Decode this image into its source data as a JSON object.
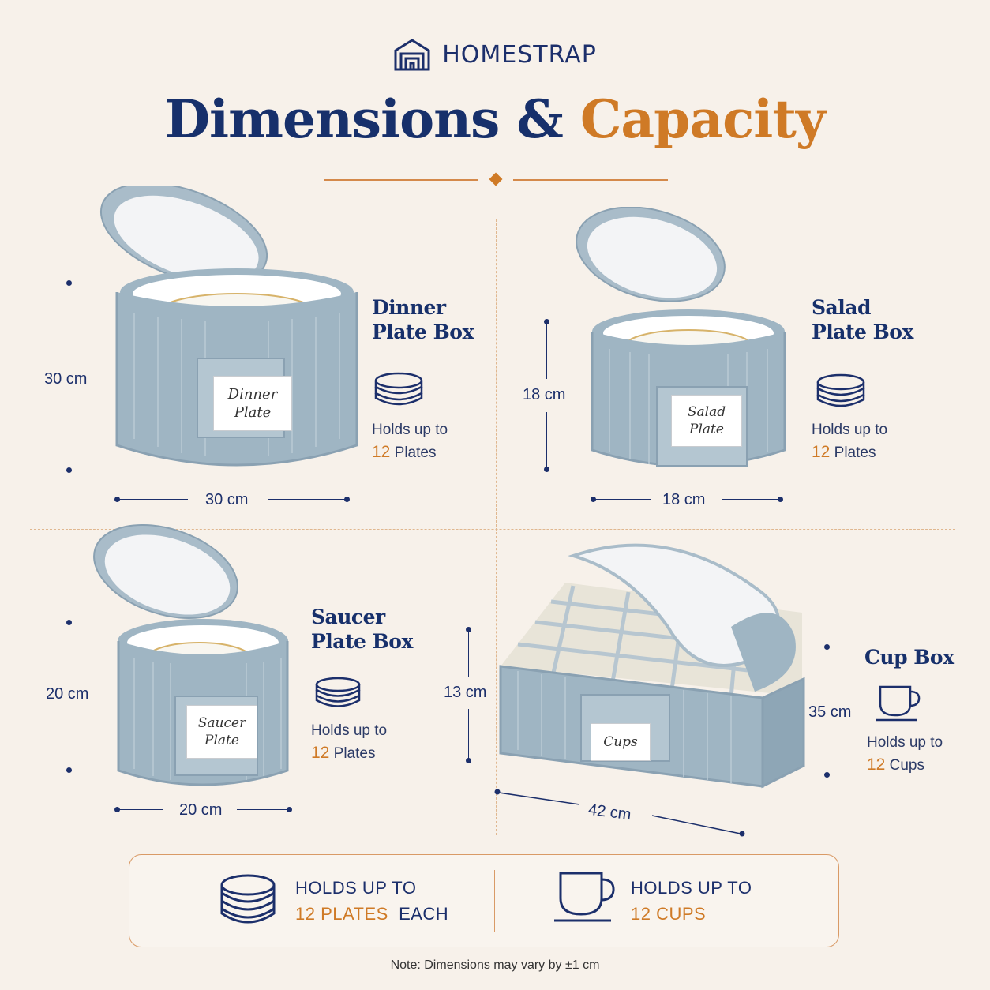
{
  "brand": {
    "name": "HOMESTRAP",
    "logo_icon": "house-grid-logo"
  },
  "title": {
    "part1": "Dimensions &",
    "part2": "Capacity"
  },
  "colors": {
    "navy": "#17306b",
    "orange": "#cf7a26",
    "background": "#f7f1ea",
    "box_blue": "#9fb5c3"
  },
  "products": {
    "dinner": {
      "title_line1": "Dinner",
      "title_line2": "Plate Box",
      "holds_prefix": "Holds up to",
      "holds_num": "12",
      "holds_unit": "Plates",
      "height": "30 cm",
      "width": "30 cm",
      "card_line1": "Dinner",
      "card_line2": "Plate"
    },
    "salad": {
      "title_line1": "Salad",
      "title_line2": "Plate Box",
      "holds_prefix": "Holds up to",
      "holds_num": "12",
      "holds_unit": "Plates",
      "height": "18 cm",
      "width": "18 cm",
      "card_line1": "Salad",
      "card_line2": "Plate"
    },
    "saucer": {
      "title_line1": "Saucer",
      "title_line2": "Plate Box",
      "holds_prefix": "Holds up to",
      "holds_num": "12",
      "holds_unit": "Plates",
      "height": "20 cm",
      "width": "20 cm",
      "card_line1": "Saucer",
      "card_line2": "Plate"
    },
    "cup": {
      "title": "Cup Box",
      "holds_prefix": "Holds up to",
      "holds_num": "12",
      "holds_unit": "Cups",
      "height_front": "13 cm",
      "height_side": "35 cm",
      "width": "42 cm",
      "card_line1": "Cups"
    }
  },
  "summary": {
    "plates_line1": "HOLDS UP TO",
    "plates_highlight": "12 PLATES",
    "plates_suffix": "EACH",
    "cups_line1": "HOLDS UP TO",
    "cups_highlight": "12 CUPS"
  },
  "note": "Note: Dimensions may vary by ±1 cm"
}
